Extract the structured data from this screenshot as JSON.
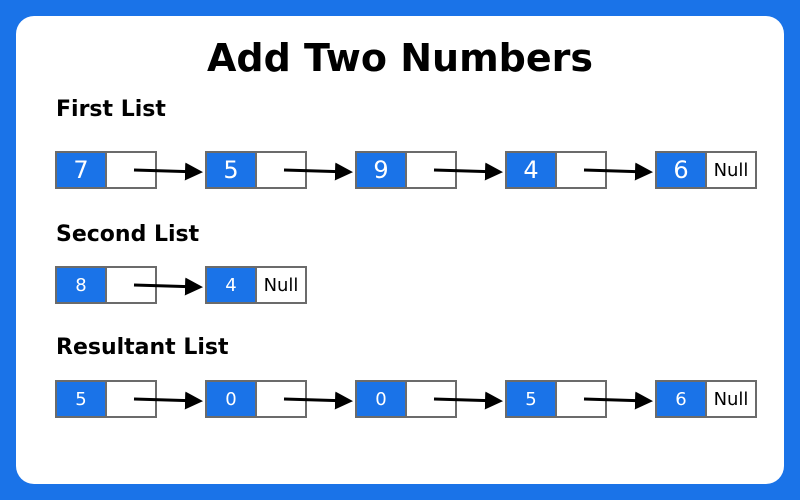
{
  "title": "Add Two Numbers",
  "null_label": "Null",
  "colors": {
    "background": "#1a73e8",
    "node_value": "#1a73e8",
    "border": "#6b6b6b"
  },
  "lists": [
    {
      "label": "First List",
      "values": [
        "7",
        "5",
        "9",
        "4",
        "6"
      ]
    },
    {
      "label": "Second List",
      "values": [
        "8",
        "4"
      ]
    },
    {
      "label": "Resultant List",
      "values": [
        "5",
        "0",
        "0",
        "5",
        "6"
      ]
    }
  ]
}
